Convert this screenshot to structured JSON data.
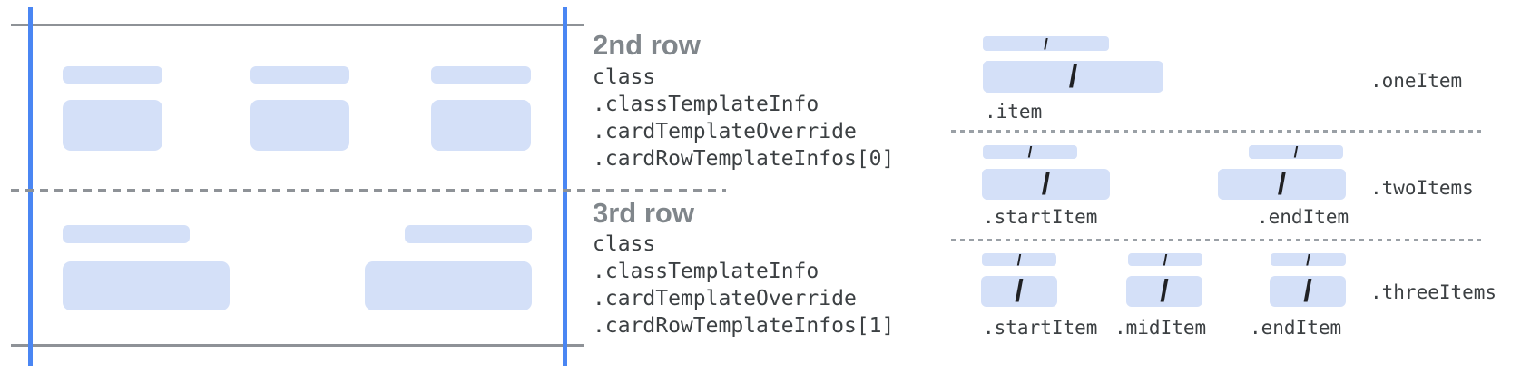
{
  "colors": {
    "edge_blue": "#4a86f3",
    "bar_blue": "#d4e0f8",
    "line_gray": "#8e9297",
    "dash_gray": "#9aa0a6",
    "heading_gray": "#80868b",
    "code_text": "#3c4043",
    "slash_dark": "#202124"
  },
  "slash": "/",
  "annotations": [
    {
      "heading": "2nd row",
      "lines": [
        "class",
        ".classTemplateInfo",
        ".cardTemplateOverride",
        ".cardRowTemplateInfos[0]"
      ]
    },
    {
      "heading": "3rd row",
      "lines": [
        "class",
        ".classTemplateInfo",
        ".cardTemplateOverride",
        ".cardRowTemplateInfos[1]"
      ]
    }
  ],
  "templates": [
    {
      "name": ".oneItem",
      "items": [
        ".item"
      ]
    },
    {
      "name": ".twoItems",
      "items": [
        ".startItem",
        ".endItem"
      ]
    },
    {
      "name": ".threeItems",
      "items": [
        ".startItem",
        ".midItem",
        ".endItem"
      ]
    }
  ]
}
